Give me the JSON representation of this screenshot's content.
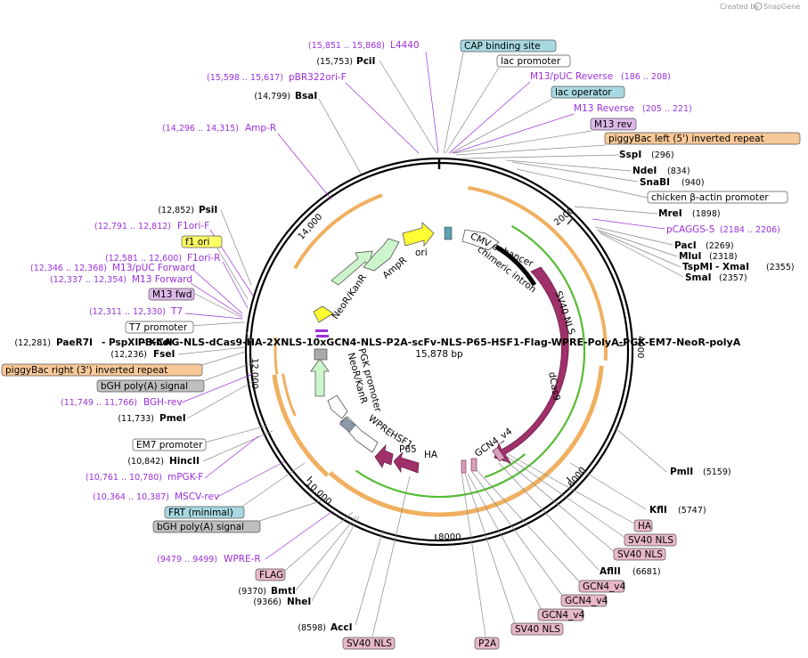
{
  "credit": {
    "created_by": "Created by",
    "brand": "SnapGene"
  },
  "center": {
    "title": "PB-CAG-NLS-dCas9-HA-2XNLS-10xGCN4-NLS-P2A-scFv-NLS-P65-HSF1-Flag-WPRE-PolyA-PGK-EM7-NeoR-polyA",
    "length": "15,878 bp"
  },
  "ticks": [
    "2000",
    "4000",
    "6000",
    "8000",
    "10,000",
    "12,000",
    "14,000"
  ],
  "features": {
    "cmv_enhancer": "CMV enhancer",
    "chimeric_intron": "chimeric intron",
    "sv40_nls": "SV40 NLS",
    "dcas9": "dCas9",
    "gcn4": "GCN4_v4",
    "ha": "HA",
    "p65": "P65",
    "hsf1": "HSF1",
    "wpre": "WPRE",
    "neor": "NeoR/KanR",
    "em7": "EM7 promoter",
    "pgk": "PGK promoter",
    "ampr": "AmpR",
    "neor2": "NeoR/KanR",
    "ori": "ori"
  },
  "labels": {
    "l4440": {
      "pos": "(15,851 .. 15,868)",
      "name": "L4440"
    },
    "pcii": {
      "pos": "(15,753)",
      "name": "PciI"
    },
    "pbr322": {
      "pos": "(15,598 .. 15,617)",
      "name": "pBR322ori-F"
    },
    "bsai": {
      "pos": "(14,799)",
      "name": "BsaI"
    },
    "ampr": {
      "pos": "(14,296 .. 14,315)",
      "name": "Amp-R"
    },
    "psii": {
      "pos": "(12,852)",
      "name": "PsiI"
    },
    "f1orif": {
      "pos": "(12,791 .. 12,812)",
      "name": "F1ori-F"
    },
    "f1ori": {
      "name": "f1 ori"
    },
    "f1orir": {
      "pos": "(12,581 .. 12,600)",
      "name": "F1ori-R"
    },
    "m13puc_fwd": {
      "pos": "(12,346 .. 12,368)",
      "name": "M13/pUC Forward"
    },
    "m13_fwd_p": {
      "pos": "(12,337 .. 12,354)",
      "name": "M13 Forward"
    },
    "m13fwd": {
      "name": "M13 fwd"
    },
    "t7": {
      "pos": "(12,311 .. 12,330)",
      "name": "T7"
    },
    "t7prom": {
      "name": "T7 promoter"
    },
    "paer7i": {
      "pos": "(12,281)",
      "name": "PaeR7I",
      "extra": "- PspXI - XhoI"
    },
    "fsei": {
      "pos": "(12,236)",
      "name": "FseI"
    },
    "pb_right": {
      "name": "piggyBac right (3') inverted repeat"
    },
    "bgh1": {
      "name": "bGH poly(A) signal"
    },
    "bghrev": {
      "pos": "(11,749 .. 11,766)",
      "name": "BGH-rev"
    },
    "pmei": {
      "pos": "(11,733)",
      "name": "PmeI"
    },
    "em7": {
      "name": "EM7 promoter"
    },
    "hincii": {
      "pos": "(10,842)",
      "name": "HincII"
    },
    "mpgkf": {
      "pos": "(10,761 .. 10,780)",
      "name": "mPGK-F"
    },
    "mscv": {
      "pos": "(10,364 .. 10,387)",
      "name": "MSCV-rev"
    },
    "frt": {
      "name": "FRT (minimal)"
    },
    "bgh2": {
      "name": "bGH poly(A) signal"
    },
    "wprer": {
      "pos": "(9479 .. 9499)",
      "name": "WPRE-R"
    },
    "flag": {
      "name": "FLAG"
    },
    "bmti": {
      "pos": "(9370)",
      "name": "BmtI"
    },
    "nhei": {
      "pos": "(9366)",
      "name": "NheI"
    },
    "acci": {
      "pos": "(8598)",
      "name": "AccI"
    },
    "sv40_bottom": {
      "name": "SV40 NLS"
    },
    "p2a": {
      "name": "P2A"
    },
    "sv40_b2": {
      "name": "SV40 NLS"
    },
    "gcn4_a": {
      "name": "GCN4_v4"
    },
    "gcn4_b": {
      "name": "GCN4_v4"
    },
    "gcn4_c": {
      "name": "GCN4_v4"
    },
    "aflii": {
      "pos": "(6681)",
      "name": "AflII"
    },
    "sv40_r1": {
      "name": "SV40 NLS"
    },
    "sv40_r2": {
      "name": "SV40 NLS"
    },
    "ha_r": {
      "name": "HA"
    },
    "kfli": {
      "pos": "(5747)",
      "name": "KflI"
    },
    "pmli": {
      "pos": "(5159)",
      "name": "PmlI"
    },
    "cap": {
      "name": "CAP binding site"
    },
    "lacprom": {
      "name": "lac promoter"
    },
    "m13puc_rev": {
      "pos": "(186 .. 208)",
      "name": "M13/pUC Reverse"
    },
    "lacop": {
      "name": "lac operator"
    },
    "m13rev_p": {
      "pos": "(205 .. 221)",
      "name": "M13 Reverse"
    },
    "m13rev": {
      "name": "M13 rev"
    },
    "pb_left": {
      "name": "piggyBac left (5') inverted repeat"
    },
    "sspi": {
      "pos": "(296)",
      "name": "SspI"
    },
    "ndei": {
      "pos": "(834)",
      "name": "NdeI"
    },
    "snabi": {
      "pos": "(940)",
      "name": "SnaBI"
    },
    "chicken": {
      "name": "chicken β-actin promoter"
    },
    "mrei": {
      "pos": "(1898)",
      "name": "MreI"
    },
    "pcaggs": {
      "pos": "(2184 .. 2206)",
      "name": "pCAGGS-5"
    },
    "paci": {
      "pos": "(2269)",
      "name": "PacI"
    },
    "mlui": {
      "pos": "(2318)",
      "name": "MluI"
    },
    "tspmi": {
      "pos": "(2355)",
      "name": "TspMI",
      "extra": "- XmaI"
    },
    "smai": {
      "pos": "(2357)",
      "name": "SmaI"
    }
  },
  "colors": {
    "purple": "#9b30d9",
    "magenta_feature": "#a0306a",
    "green_feature": "#ccf5cc",
    "yellow_feature": "#ffff33",
    "orange_arrow": "#f0b060",
    "cap_box": "#a8d8e0",
    "bgh_box": "#bfbfbf",
    "pink_box": "#e8b8c8",
    "orange_box": "#f8c898",
    "m13_box": "#dcb8ea",
    "f1_box": "#ffff66"
  }
}
